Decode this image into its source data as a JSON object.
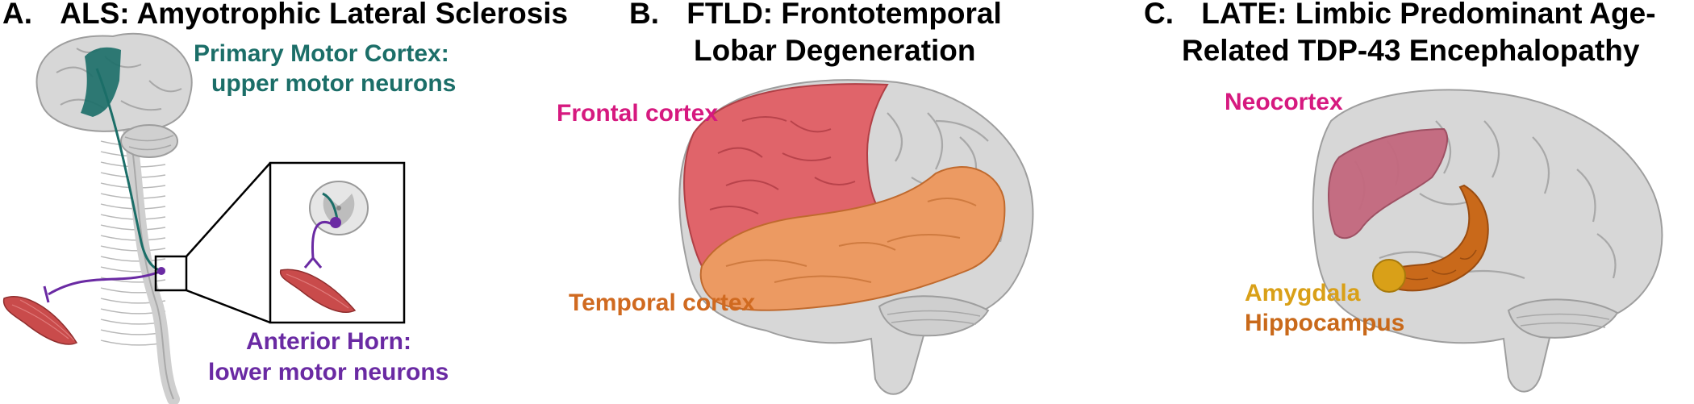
{
  "colors": {
    "motor": "#1b6e68",
    "lower": "#6a2aa3",
    "pink": "#d6197f",
    "orange": "#d06a20",
    "amygdala": "#d9a018",
    "frontal": "#e0646a",
    "temporal": "#ec9a62",
    "neocortex": "#c4687e",
    "hippo": "#c9691a",
    "brain": "#d7d7d7",
    "brain_dark": "#9e9e9e",
    "muscle": "#c94b4b"
  },
  "panel_a": {
    "letter": "A.",
    "title": "ALS: Amyotrophic Lateral Sclerosis",
    "upper_label_1": "Primary Motor Cortex:",
    "upper_label_2": "upper motor neurons",
    "lower_label_1": "Anterior Horn:",
    "lower_label_2": "lower motor neurons"
  },
  "panel_b": {
    "letter": "B.",
    "title_1": "FTLD: Frontotemporal",
    "title_2": "Lobar Degeneration",
    "frontal_label": "Frontal cortex",
    "temporal_label": "Temporal cortex"
  },
  "panel_c": {
    "letter": "C.",
    "title_1": "LATE: Limbic Predominant Age-",
    "title_2": "Related TDP-43 Encephalopathy",
    "neocortex_label": "Neocortex",
    "amygdala_label": "Amygdala",
    "hippocampus_label": "Hippocampus"
  }
}
